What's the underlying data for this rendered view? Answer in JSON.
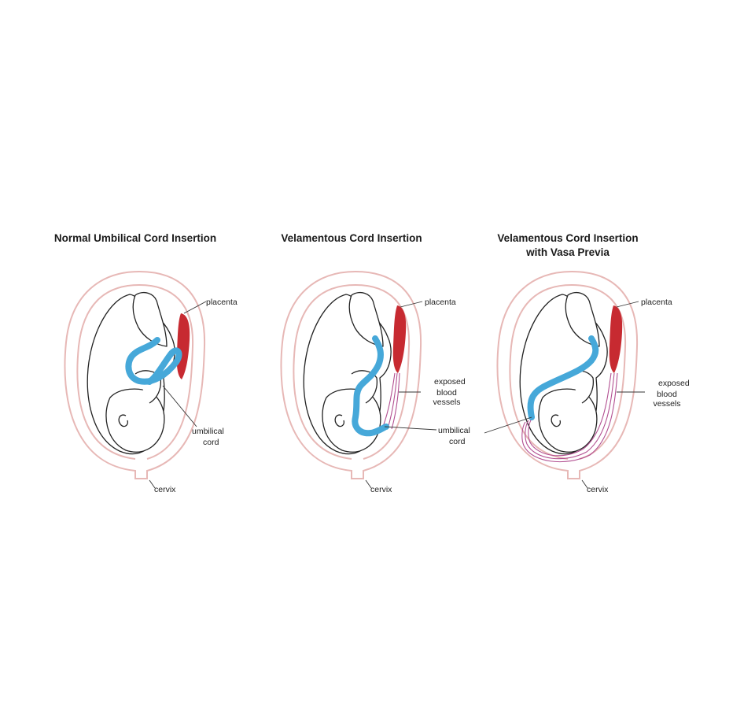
{
  "panels": [
    {
      "title": "Normal Umbilical Cord Insertion",
      "labels": {
        "placenta": "placenta",
        "cord_1": "umbilical",
        "cord_2": "cord",
        "cervix": "cervix"
      }
    },
    {
      "title": "Velamentous Cord Insertion",
      "labels": {
        "placenta": "placenta",
        "vessels_1": "exposed",
        "vessels_2": "blood vessels",
        "cord_1": "umbilical",
        "cord_2": "cord",
        "cervix": "cervix"
      }
    },
    {
      "title_1": "Velamentous Cord Insertion",
      "title_2": "with Vasa Previa",
      "labels": {
        "placenta": "placenta",
        "vessels_1": "exposed",
        "vessels_2": "blood vessels",
        "cervix": "cervix"
      }
    }
  ],
  "colors": {
    "uterus": "#e7b8b6",
    "placenta": "#c72a31",
    "umbilical_cord": "#46a8d9",
    "exposed_vessels": "#b24f91"
  }
}
